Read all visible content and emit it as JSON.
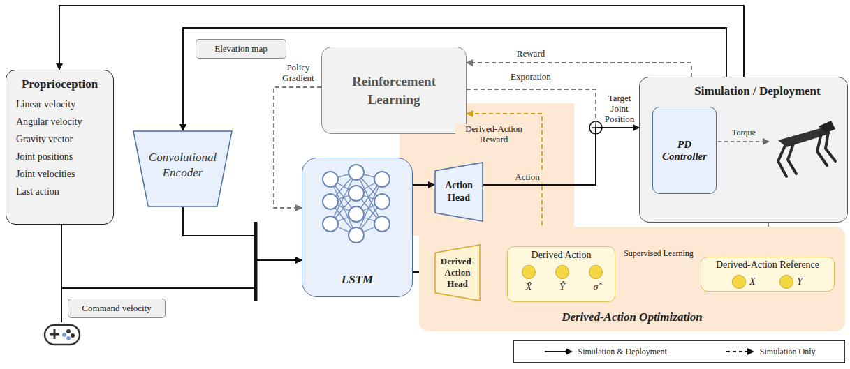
{
  "diagram": {
    "nodes": [
      {
        "text": [
          "Proprioception",
          "Linear velocity",
          "Angular velocity",
          "Gravity vector",
          "Joint positions",
          "Joint velocities",
          "Last action"
        ]
      },
      {
        "text": [
          "Elevation map"
        ]
      },
      {
        "text": [
          "Reinforcement Learning"
        ]
      },
      {
        "text": [
          "Simulation / Deployment"
        ]
      },
      {
        "text": [
          "PD Controller"
        ],
        "in": 3
      },
      {
        "text": [
          "Convolutional Encoder"
        ]
      },
      {
        "text": [
          "LSTM"
        ]
      },
      {
        "text": [
          "Action Head"
        ]
      },
      {
        "text": [
          "Derived-Action Optimization"
        ]
      },
      {
        "text": [
          "Derived-Action Head"
        ],
        "in": 8
      },
      {
        "text": [
          "Derived Action"
        ],
        "in": 8
      },
      {
        "text": [
          "X̂"
        ],
        "in": 10
      },
      {
        "text": [
          "Ŷ"
        ],
        "in": 10
      },
      {
        "text": [
          "σ̂"
        ],
        "in": 10
      },
      {
        "text": [
          "Derived-Action Reference"
        ],
        "in": 8
      },
      {
        "text": [
          "X"
        ],
        "in": 14
      },
      {
        "text": [
          "Y"
        ],
        "in": 14
      },
      {
        "text": [
          "Command velocity"
        ]
      }
    ],
    "edges": [
      {
        "from": 3,
        "to": 0,
        "arrow": "to"
      },
      {
        "from": 3,
        "to": 5,
        "arrow": "to"
      },
      {
        "from": 3,
        "to": 2,
        "label": "Reward",
        "arrow": "to"
      },
      {
        "from": 2,
        "to": 6,
        "label": "Policy Gradient",
        "arrow": "to"
      },
      {
        "from": 2,
        "to": 3,
        "label": "Exporation",
        "arrow": "to"
      },
      {
        "from": 0,
        "to": 6,
        "arrow": "to"
      },
      {
        "from": 5,
        "to": 6,
        "arrow": "to"
      },
      {
        "from": 6,
        "to": 7,
        "arrow": "to"
      },
      {
        "from": 7,
        "to": 3,
        "label": "Action",
        "arrow": "to"
      },
      {
        "from": 6,
        "to": 9,
        "arrow": "to"
      },
      {
        "from": 9,
        "to": 10,
        "arrow": "to"
      },
      {
        "from": 10,
        "to": 14,
        "label": "Supervised Learning",
        "arrow": "both"
      },
      {
        "from": 3,
        "to": 14,
        "arrow": "to"
      },
      {
        "from": 10,
        "to": 2,
        "label": "Derived-Action Reward",
        "arrow": "to"
      }
    ],
    "labels": [
      "Target Joint Position",
      "Torque"
    ],
    "legend": [
      {
        "text": "Simulation & Deployment"
      },
      {
        "text": "Simulation Only"
      }
    ]
  }
}
